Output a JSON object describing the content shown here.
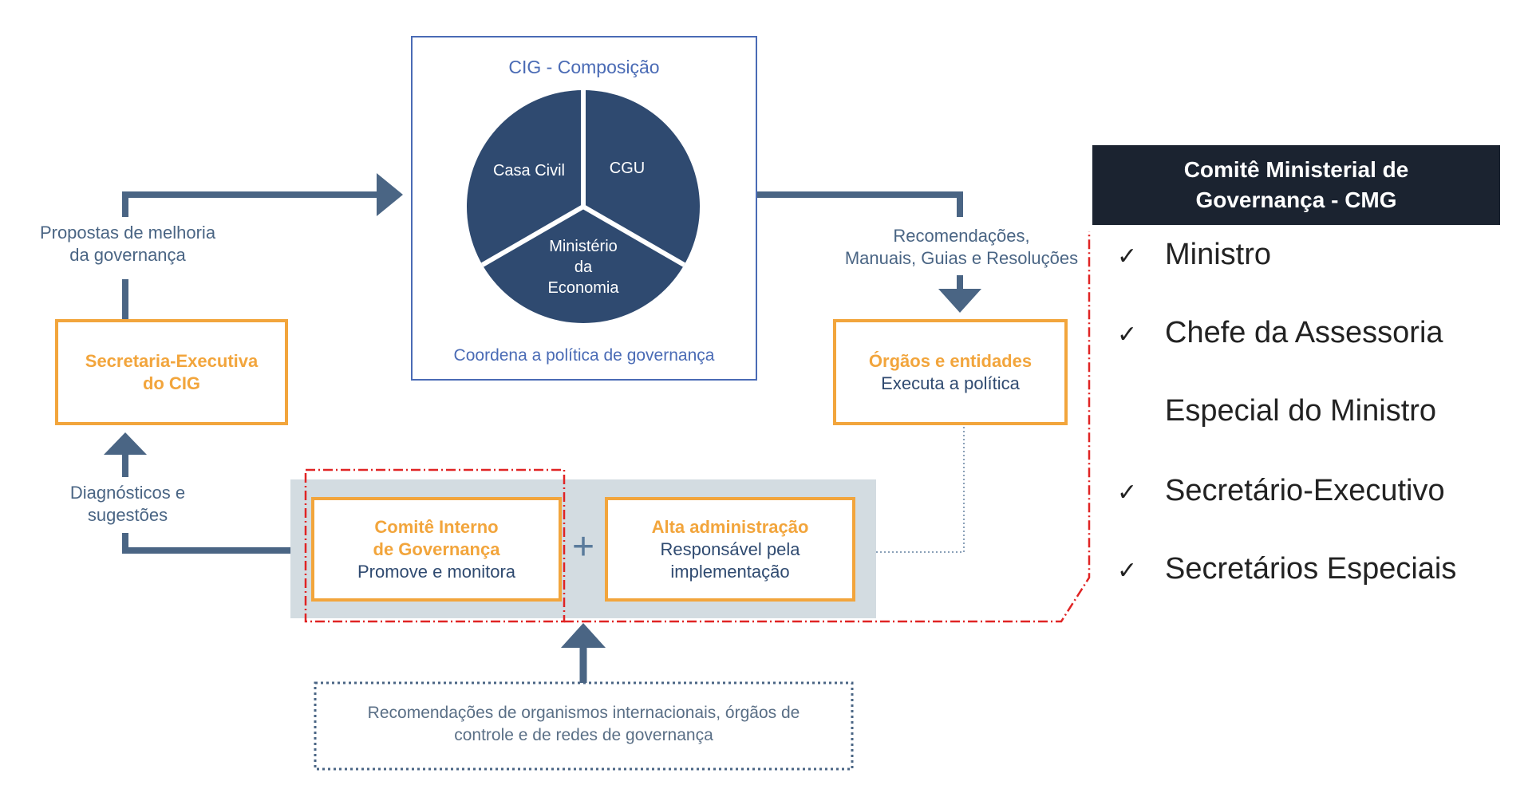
{
  "cig": {
    "title": "CIG - Composição",
    "footer": "Coordena a política de governança",
    "slices": [
      {
        "label": "Casa Civil"
      },
      {
        "label": "CGU"
      },
      {
        "label_lines": [
          "Ministério",
          "da",
          "Economia"
        ]
      }
    ]
  },
  "left": {
    "top_label_lines": [
      "Propostas de melhoria",
      "da governança"
    ],
    "bottom_label_lines": [
      "Diagnósticos e",
      "sugestões"
    ]
  },
  "secretaria": {
    "title_lines": [
      "Secretaria-Executiva",
      "do CIG"
    ]
  },
  "right": {
    "label_lines": [
      "Recomendações,",
      "Manuais, Guias e Resoluções"
    ]
  },
  "orgaos": {
    "title": "Órgãos e entidades",
    "subtitle": "Executa a política"
  },
  "comite_interno": {
    "title_lines": [
      "Comitê Interno",
      "de Governança"
    ],
    "subtitle": "Promove e monitora"
  },
  "plus": "+",
  "alta": {
    "title": "Alta administração",
    "subtitle_lines": [
      "Responsável pela",
      "implementação"
    ]
  },
  "bottom": {
    "text_lines": [
      "Recomendações de organismos internacionais, órgãos de",
      "controle e de redes de governança"
    ]
  },
  "cmg": {
    "header_lines": [
      "Comitê Ministerial de",
      "Governança - CMG"
    ],
    "check": "✓",
    "items": [
      {
        "text": "Ministro",
        "check": true
      },
      {
        "text": "Chefe da Assessoria",
        "check": true
      },
      {
        "text": "Especial do Ministro",
        "check": false
      },
      {
        "text": "Secretário-Executivo",
        "check": true
      },
      {
        "text": "Secretários Especiais",
        "check": true
      }
    ]
  },
  "colors": {
    "navy": "#2f4a70",
    "slate": "#4a6584",
    "orange": "#f2a53c",
    "red": "#e02424",
    "panel": "#d3dce1",
    "header_bg": "#1b2330"
  }
}
